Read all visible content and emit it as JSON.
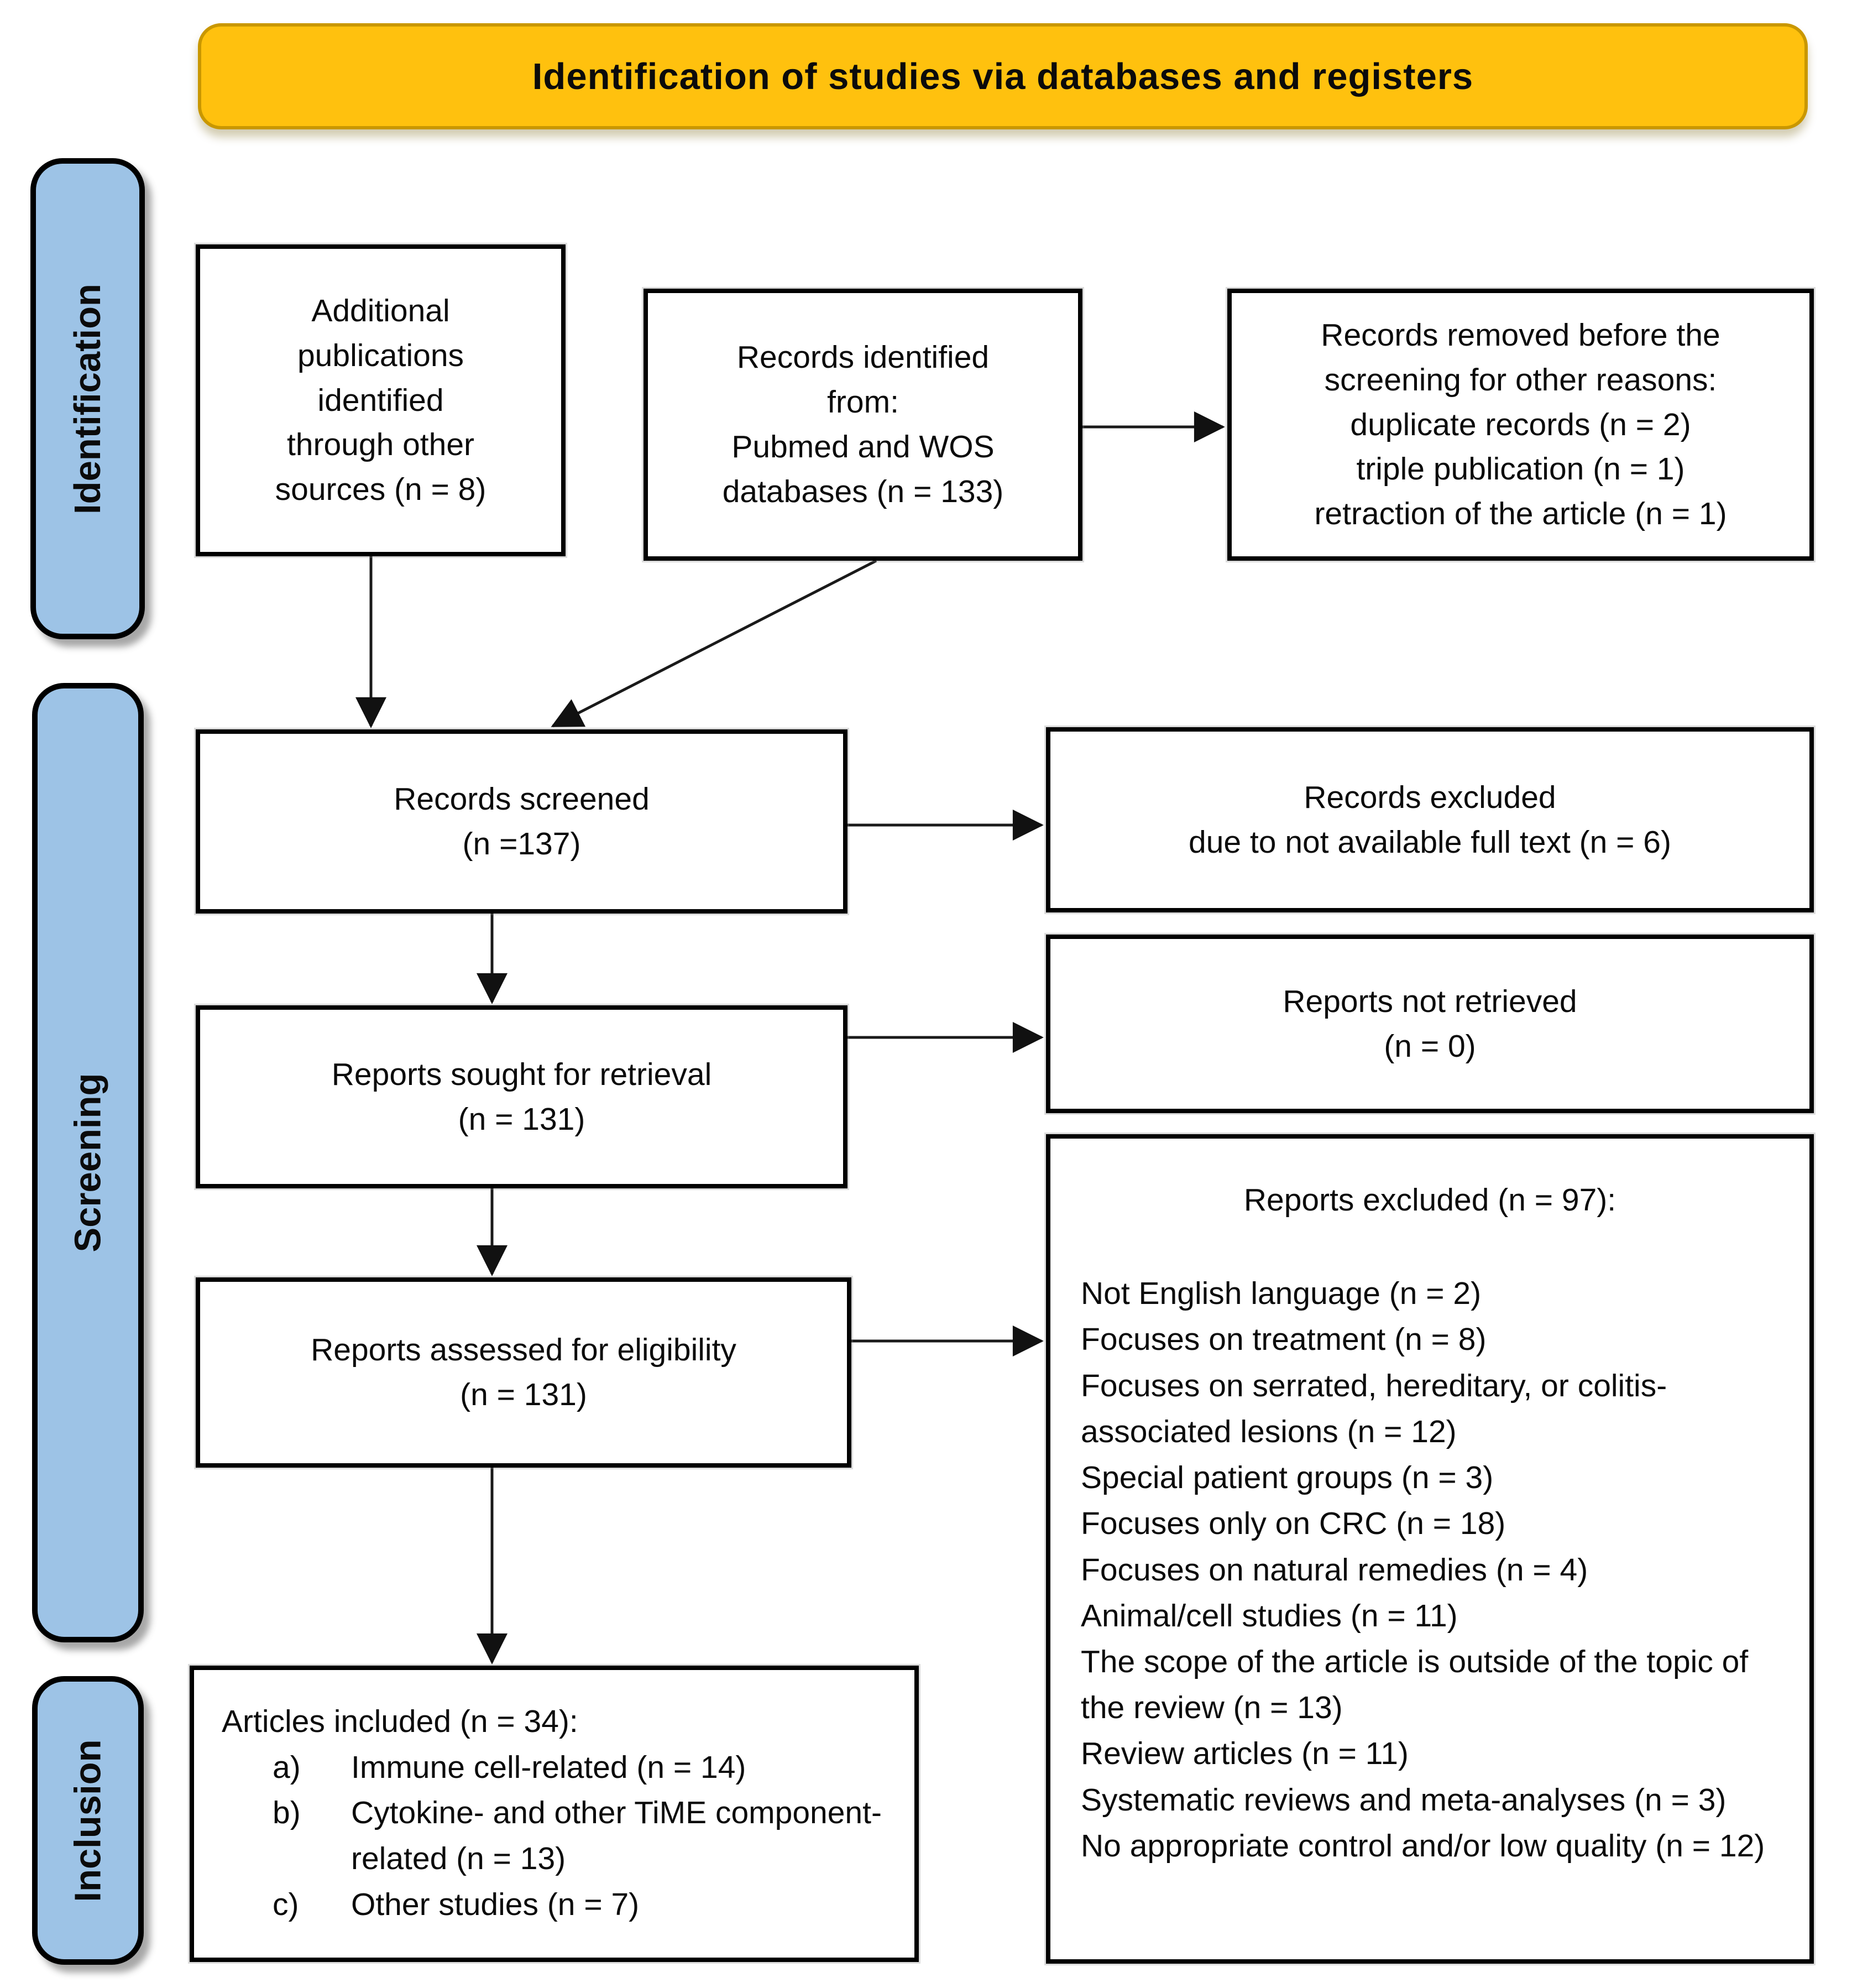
{
  "banner": {
    "title": "Identification of studies via databases and registers"
  },
  "sidebar": {
    "identification": "Identification",
    "screening": "Screening",
    "inclusion": "Inclusion"
  },
  "boxes": {
    "additional": {
      "lines": [
        "Additional",
        "publications",
        "identified",
        "through other",
        "sources (n = 8)"
      ]
    },
    "identified": {
      "lines": [
        "Records identified",
        "from:",
        "Pubmed and WOS",
        "databases (n = 133)"
      ]
    },
    "removed": {
      "lines": [
        "Records removed before the",
        "screening for other reasons:",
        "duplicate records (n = 2)",
        "triple publication (n = 1)",
        "retraction of the article (n = 1)"
      ]
    },
    "screened": {
      "lines": [
        "Records screened",
        "(n =137)"
      ]
    },
    "excluded": {
      "lines": [
        "Records excluded",
        "due to not available full text (n = 6)"
      ]
    },
    "sought": {
      "lines": [
        "Reports sought for retrieval",
        "(n = 131)"
      ]
    },
    "not_retrieved": {
      "lines": [
        "Reports not retrieved",
        "(n = 0)"
      ]
    },
    "assessed": {
      "lines": [
        "Reports assessed for eligibility",
        "(n = 131)"
      ]
    },
    "reports_excluded": {
      "heading": "Reports excluded (n = 97):",
      "items": [
        "Not English language (n = 2)",
        "Focuses on treatment (n = 8)",
        "Focuses on serrated, hereditary, or colitis-associated lesions (n = 12)",
        "Special patient groups (n = 3)",
        "Focuses only on CRC (n = 18)",
        "Focuses on natural remedies (n = 4)",
        "Animal/cell studies (n = 11)",
        "The scope of the article is outside of the topic of the review (n = 13)",
        "Review articles (n = 11)",
        "Systematic reviews and meta-analyses (n = 3)",
        "No appropriate control and/or low quality (n = 12)"
      ]
    },
    "included": {
      "heading": "Articles included (n = 34):",
      "items": [
        {
          "label": "a)",
          "text": "Immune cell-related (n = 14)"
        },
        {
          "label": "b)",
          "text": "Cytokine- and other TiME component-related (n = 13)"
        },
        {
          "label": "c)",
          "text": "Other studies (n = 7)"
        }
      ]
    }
  },
  "colors": {
    "banner_fill": "#FFC10E",
    "banner_border": "#C99700",
    "sidebar_fill": "#9DC3E6",
    "box_border": "#000000",
    "connector": "#1a1a1a"
  }
}
